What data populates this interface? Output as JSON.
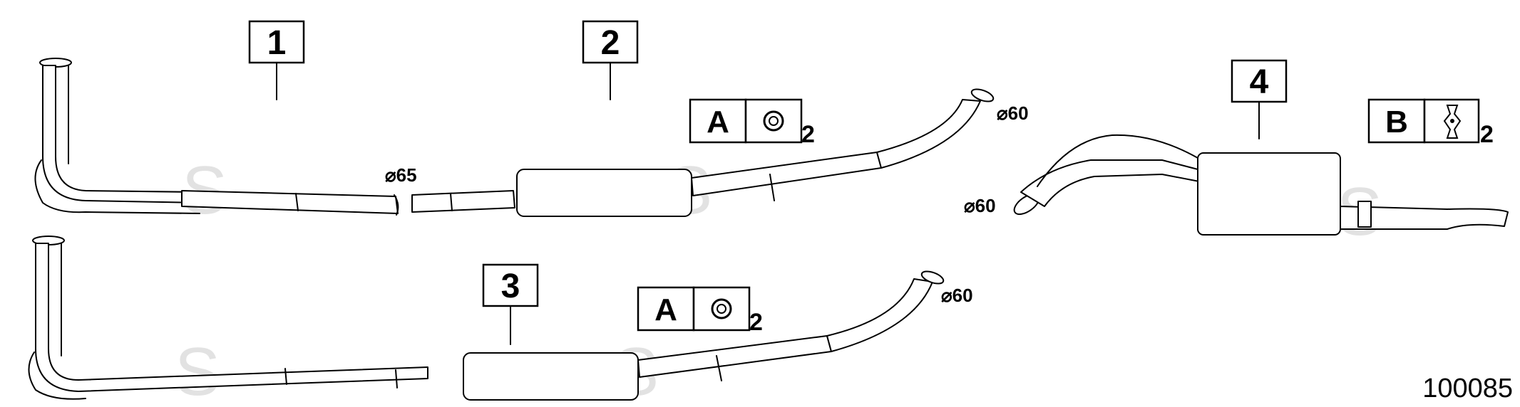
{
  "parts": [
    {
      "number": "1"
    },
    {
      "number": "2"
    },
    {
      "number": "3"
    },
    {
      "number": "4"
    }
  ],
  "fitting_labels": [
    {
      "letter": "A",
      "qty": "2",
      "icon": "ring-clamp-icon"
    },
    {
      "letter": "A",
      "qty": "2",
      "icon": "ring-clamp-icon"
    },
    {
      "letter": "B",
      "qty": "2",
      "icon": "rubber-hanger-icon"
    }
  ],
  "dimensions": {
    "d65": "⌀65",
    "d60_a": "⌀60",
    "d60_b": "⌀60",
    "d60_c": "⌀60"
  },
  "watermark": "S",
  "reference_number": "100085"
}
